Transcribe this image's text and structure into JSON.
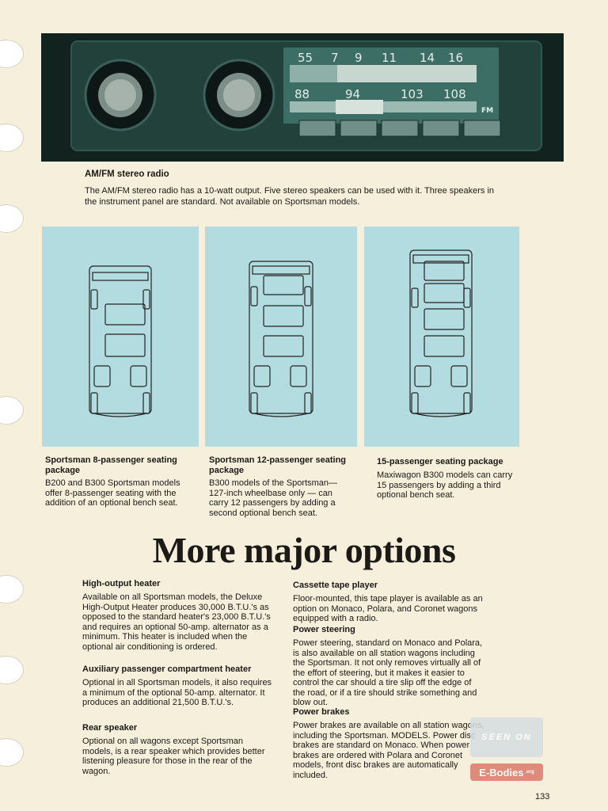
{
  "radio": {
    "caption_title": "AM/FM stereo radio",
    "caption_body": "The AM/FM stereo radio has a 10-watt output. Five stereo speakers can be used with it. Three speakers in the instrument panel are standard. Not available on Sportsman models.",
    "am_scale": [
      "55",
      "7",
      "9",
      "11",
      "14",
      "16"
    ],
    "fm_scale": [
      "88",
      "94",
      "103",
      "108"
    ],
    "fm_badge": "FM"
  },
  "seating": [
    {
      "title": "Sportsman 8-passenger seating package",
      "body": "B200 and B300 Sportsman models offer 8-passenger seating with the addition of an optional bench seat."
    },
    {
      "title": "Sportsman 12-passenger seating package",
      "body": "B300 models of the Sportsman—127-inch wheelbase only — can carry 12 passengers by adding a second optional bench seat."
    },
    {
      "title": "15-passenger seating package",
      "body": "Maxiwagon B300 models can carry 15 passengers by adding a third optional bench seat."
    }
  ],
  "heading": "More major options",
  "options_left": [
    {
      "title": "High-output heater",
      "body": "Available on all Sportsman models, the Deluxe High-Output Heater produces 30,000 B.T.U.'s as opposed to the standard heater's 23,000 B.T.U.'s and requires an optional 50-amp. alternator as a minimum. This heater is included when the optional air conditioning is ordered."
    },
    {
      "title": "Auxiliary passenger compartment heater",
      "body": "Optional in all Sportsman models, it also requires a minimum of the optional 50-amp. alternator. It produces an additional 21,500 B.T.U.'s."
    },
    {
      "title": "Rear speaker",
      "body": "Optional on all wagons except Sportsman models, is a rear speaker which provides better listening pleasure for those in the rear of the wagon."
    }
  ],
  "options_right": [
    {
      "title": "Cassette tape player",
      "body": "Floor-mounted, this tape player is available as an option on Monaco, Polara, and Coronet wagons equipped with a radio."
    },
    {
      "title": "Power steering",
      "body": "Power steering, standard on Monaco and Polara, is also available on all station wagons including the Sportsman. It not only removes virtually all of the effort of steering, but it makes it easier to control the car should a tire slip off the edge of the road, or if a tire should strike something and blow out."
    },
    {
      "title": "Power brakes",
      "body": "Power brakes are available on all station wagons, including the Sportsman. MODELS. Power disc brakes are standard on Monaco. When power brakes are ordered with Polara and Coronet models, front disc brakes are automatically included."
    }
  ],
  "watermark": {
    "line1": "SEEN ON",
    "line2": "E-Bodies",
    "suffix": ".org"
  },
  "page_number": "133"
}
